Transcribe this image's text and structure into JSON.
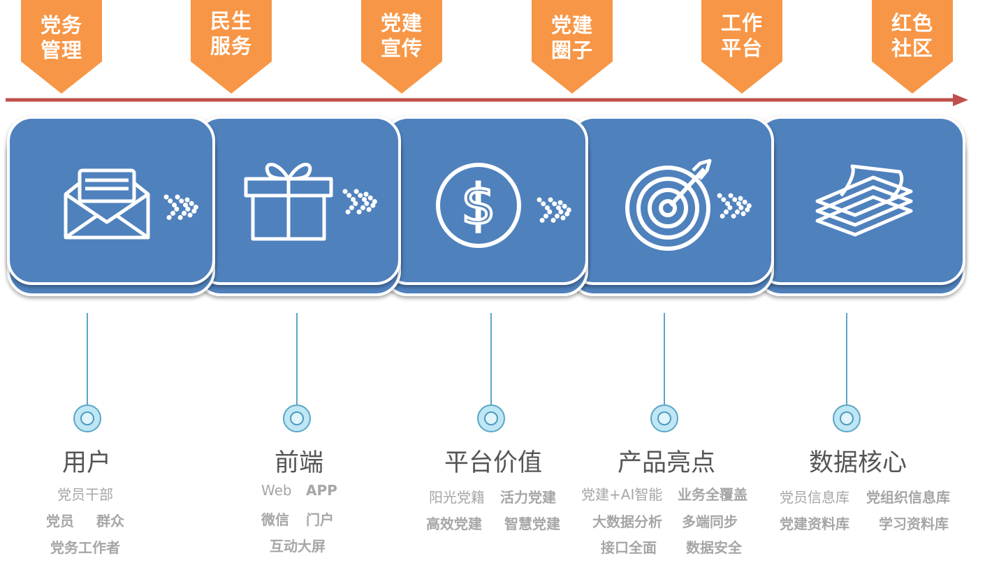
{
  "banners": [
    {
      "line1": "党务",
      "line2": "管理"
    },
    {
      "line1": "民生",
      "line2": "服务"
    },
    {
      "line1": "党建",
      "line2": "宣传"
    },
    {
      "line1": "党建",
      "line2": "圈子"
    },
    {
      "line1": "工作",
      "line2": "平台"
    },
    {
      "line1": "红色",
      "line2": "社区"
    }
  ],
  "cards": [
    {
      "icon": "envelope-icon"
    },
    {
      "icon": "gift-icon"
    },
    {
      "icon": "dollar-coin-icon"
    },
    {
      "icon": "target-arrow-icon"
    },
    {
      "icon": "paper-stack-icon"
    }
  ],
  "sections": [
    {
      "title": "用户",
      "lines": [
        [
          "党员干部"
        ],
        [
          "党员",
          "群众"
        ],
        [
          "党务工作者"
        ]
      ]
    },
    {
      "title": "前端",
      "lines": [
        [
          "Web",
          "APP"
        ],
        [
          "微信",
          "门户"
        ],
        [
          "互动大屏"
        ]
      ]
    },
    {
      "title": "平台价值",
      "lines": [
        [
          "阳光党籍",
          "活力党建"
        ],
        [
          "高效党建",
          "智慧党建"
        ]
      ]
    },
    {
      "title": "产品亮点",
      "lines": [
        [
          "党建+AI智能",
          "业务全覆盖"
        ],
        [
          "大数据分析",
          "多端同步"
        ],
        [
          "接口全面",
          "数据安全"
        ]
      ]
    },
    {
      "title": "数据核心",
      "lines": [
        [
          "党员信息库",
          "党组织信息库"
        ],
        [
          "党建资料库",
          "学习资料库"
        ]
      ]
    }
  ],
  "colors": {
    "banner": "#f79646",
    "card": "#4f81bd",
    "timeline": "#c0504d",
    "stem": "#5aa6c6"
  }
}
